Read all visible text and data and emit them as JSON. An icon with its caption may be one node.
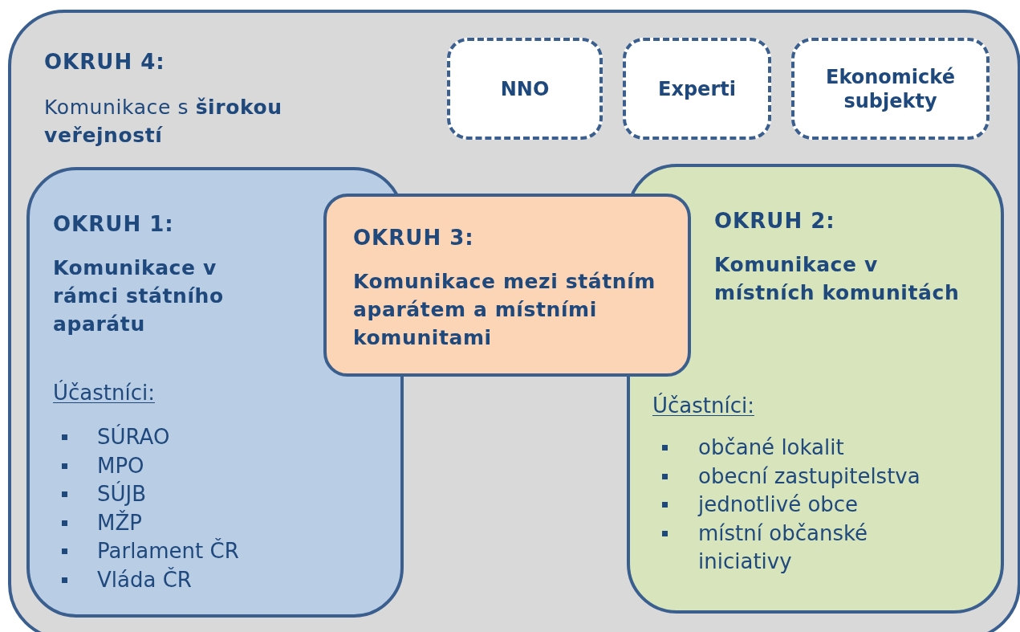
{
  "diagram": {
    "nodes": [
      {
        "text": [
          "OKRUH 4:",
          "Komunikace s **širokou veřejností**"
        ]
      },
      {
        "text": [
          "NNO"
        ],
        "in": 0
      },
      {
        "text": [
          "Experti"
        ],
        "in": 0
      },
      {
        "text": [
          "Ekonomické subjekty"
        ],
        "in": 0
      },
      {
        "text": [
          "OKRUH 1:",
          "Komunikace v rámci státního aparátu",
          "Účastníci:",
          "SÚRAO",
          "MPO",
          "SÚJB",
          "MŽP",
          "Parlament ČR",
          "Vláda ČR"
        ],
        "in": 0
      },
      {
        "text": [
          "OKRUH 3:",
          "Komunikace mezi státním aparátem a místními komunitami"
        ],
        "in": 0
      },
      {
        "text": [
          "OKRUH 2:",
          "Komunikace v místních komunitách",
          "Účastníci:",
          "občané lokalit",
          "obecní zastupitelstva",
          "jednotlivé obce",
          "místní občanské iniciativy"
        ],
        "in": 0
      }
    ]
  }
}
